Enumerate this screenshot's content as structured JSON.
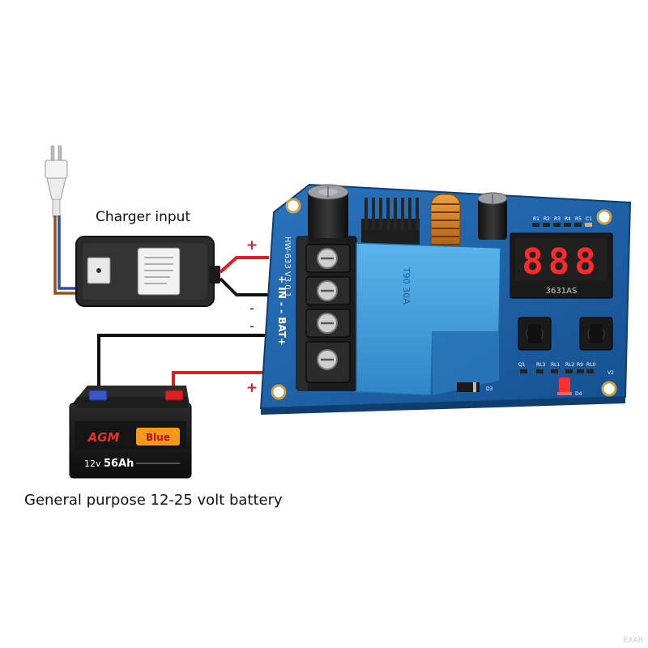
{
  "labels": {
    "charger_input": "Charger input",
    "battery_caption": "General purpose 12-25 volt battery",
    "watermark": "EXAR"
  },
  "wire_marks": {
    "in_plus": "+",
    "in_minus": "-",
    "bat_minus": "-",
    "bat_plus": "+"
  },
  "board": {
    "model_text": "HW-633 V3.0.1",
    "terminal_text": "+ IN - - BAT+",
    "display_digits": "888",
    "display_chip": "3631AS",
    "relay_text": "T90 30A",
    "silkscreen": [
      "R1",
      "R2",
      "R3",
      "R4",
      "R5",
      "C1",
      "Q1",
      "RL3",
      "RL1",
      "RL2",
      "R9",
      "RL0",
      "V2",
      "D3",
      "D4"
    ]
  },
  "battery": {
    "brand": "AGM",
    "badge": "Blue",
    "rating_voltage": "12v",
    "rating_capacity": "56Ah"
  },
  "colors": {
    "board": "#1c5fa8",
    "relay": "#3c9ad8",
    "wire_red": "#e02020",
    "wire_black": "#111111",
    "display_red": "#ff2a2a",
    "battery_body": "#1a1a1a",
    "battery_brand": "#e8312a",
    "battery_badge": "#f39a1a"
  }
}
